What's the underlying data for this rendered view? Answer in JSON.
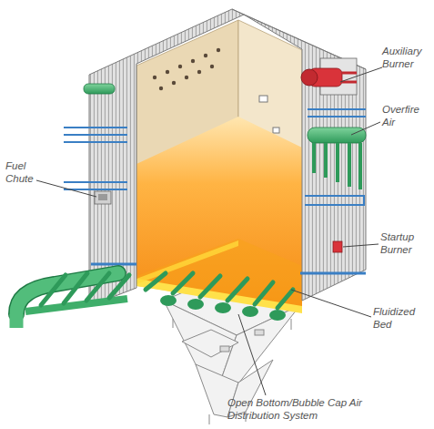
{
  "diagram": {
    "labels": [
      "Auxiliary Burner",
      "Overfire Air",
      "Fuel Chute",
      "Startup Burner",
      "Fluidized Bed",
      "Open Bottom/Bubble Cap Air Distribution System"
    ]
  }
}
